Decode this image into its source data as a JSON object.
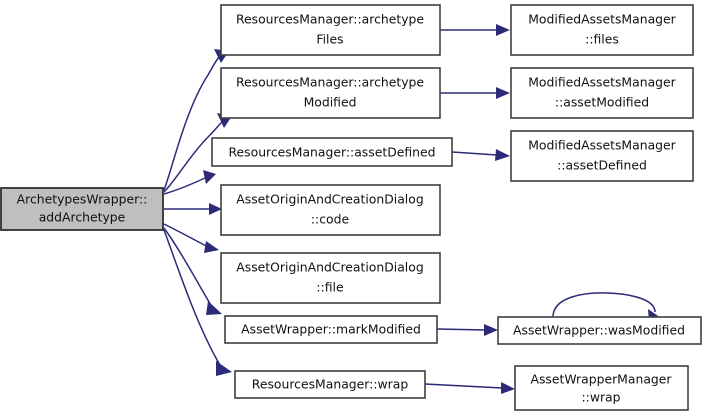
{
  "diagram": {
    "type": "call-graph",
    "title": "ArchetypesWrapper::addArchetype call graph",
    "colors": {
      "edge": "#2b2b78",
      "node_border": "#404040",
      "node_fill": "#ffffff",
      "highlight_fill": "#bfbfbf",
      "background": "#ffffff",
      "text": "#101010"
    },
    "nodes": [
      {
        "id": "n0",
        "name": "archetypes-wrapper-add-archetype",
        "line1": "ArchetypesWrapper::",
        "line2": "addArchetype",
        "highlight": true
      },
      {
        "id": "n1",
        "name": "resources-manager-archetype-files",
        "line1": "ResourcesManager::archetype",
        "line2": "Files",
        "highlight": false
      },
      {
        "id": "n2",
        "name": "resources-manager-archetype-modified",
        "line1": "ResourcesManager::archetype",
        "line2": "Modified",
        "highlight": false
      },
      {
        "id": "n3",
        "name": "resources-manager-asset-defined",
        "line1": "ResourcesManager::assetDefined",
        "line2": "",
        "highlight": false
      },
      {
        "id": "n4",
        "name": "asset-origin-and-creation-dialog-code",
        "line1": "AssetOriginAndCreationDialog",
        "line2": "::code",
        "highlight": false
      },
      {
        "id": "n5",
        "name": "asset-origin-and-creation-dialog-file",
        "line1": "AssetOriginAndCreationDialog",
        "line2": "::file",
        "highlight": false
      },
      {
        "id": "n6",
        "name": "asset-wrapper-mark-modified",
        "line1": "AssetWrapper::markModified",
        "line2": "",
        "highlight": false
      },
      {
        "id": "n7",
        "name": "resources-manager-wrap",
        "line1": "ResourcesManager::wrap",
        "line2": "",
        "highlight": false
      },
      {
        "id": "n8",
        "name": "modified-assets-manager-files",
        "line1": "ModifiedAssetsManager",
        "line2": "::files",
        "highlight": false
      },
      {
        "id": "n9",
        "name": "modified-assets-manager-asset-modified",
        "line1": "ModifiedAssetsManager",
        "line2": "::assetModified",
        "highlight": false
      },
      {
        "id": "n10",
        "name": "modified-assets-manager-asset-defined",
        "line1": "ModifiedAssetsManager",
        "line2": "::assetDefined",
        "highlight": false
      },
      {
        "id": "n11",
        "name": "asset-wrapper-was-modified",
        "line1": "AssetWrapper::wasModified",
        "line2": "",
        "highlight": false
      },
      {
        "id": "n12",
        "name": "asset-wrapper-manager-wrap",
        "line1": "AssetWrapperManager",
        "line2": "::wrap",
        "highlight": false
      }
    ],
    "edges": [
      {
        "name": "edge-add-archetype-to-archetype-files",
        "from": "n0",
        "to": "n1"
      },
      {
        "name": "edge-add-archetype-to-archetype-modified",
        "from": "n0",
        "to": "n2"
      },
      {
        "name": "edge-add-archetype-to-asset-defined",
        "from": "n0",
        "to": "n3"
      },
      {
        "name": "edge-add-archetype-to-dialog-code",
        "from": "n0",
        "to": "n4"
      },
      {
        "name": "edge-add-archetype-to-dialog-file",
        "from": "n0",
        "to": "n5"
      },
      {
        "name": "edge-add-archetype-to-mark-modified",
        "from": "n0",
        "to": "n6"
      },
      {
        "name": "edge-add-archetype-to-resources-wrap",
        "from": "n0",
        "to": "n7"
      },
      {
        "name": "edge-archetype-files-to-mam-files",
        "from": "n1",
        "to": "n8"
      },
      {
        "name": "edge-archetype-modified-to-mam-asset-modified",
        "from": "n2",
        "to": "n9"
      },
      {
        "name": "edge-asset-defined-to-mam-asset-defined",
        "from": "n3",
        "to": "n10"
      },
      {
        "name": "edge-mark-modified-to-was-modified",
        "from": "n6",
        "to": "n11"
      },
      {
        "name": "edge-was-modified-self-loop",
        "from": "n11",
        "to": "n11"
      },
      {
        "name": "edge-resources-wrap-to-manager-wrap",
        "from": "n7",
        "to": "n12"
      }
    ]
  }
}
